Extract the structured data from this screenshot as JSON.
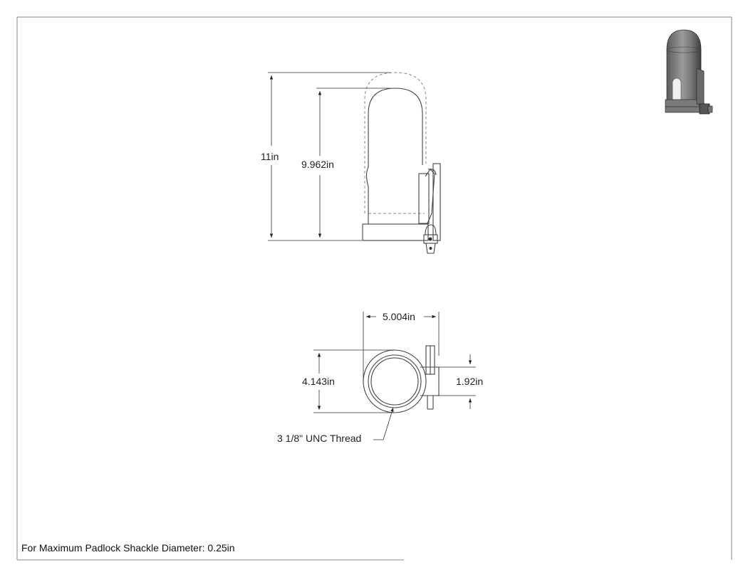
{
  "drawing": {
    "dimensions": {
      "overall_height": "11in",
      "body_height": "9.962in",
      "overall_width": "5.004in",
      "body_depth": "4.143in",
      "bracket_width": "1.92in"
    },
    "callouts": {
      "thread": "3 1/8\" UNC Thread"
    },
    "note": "For Maximum Padlock Shackle Diameter: 0.25in",
    "colors": {
      "border": "#8a8a8a",
      "line": "#333333",
      "part_fill": "#e9e9e9",
      "shade_dark": "#555555"
    }
  }
}
